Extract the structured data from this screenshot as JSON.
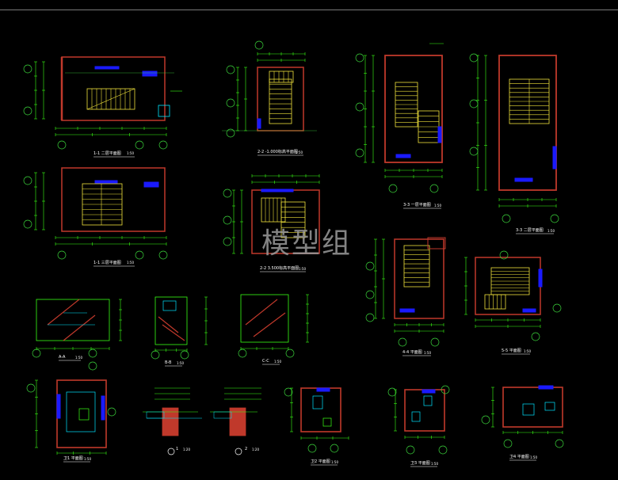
{
  "watermark": "模型组",
  "captions": [
    {
      "id": "c1",
      "text": "1-1 二层平面图",
      "scale": "1:50"
    },
    {
      "id": "c2",
      "text": "1-1 三层平面图",
      "scale": "1:50"
    },
    {
      "id": "c3",
      "text": "2-2 -1.000标高平面图",
      "scale": "1:50"
    },
    {
      "id": "c4",
      "text": "2-2 3.500标高平面图",
      "scale": "1:50"
    },
    {
      "id": "c5",
      "text": "3-3 一层平面图",
      "scale": "1:50"
    },
    {
      "id": "c6",
      "text": "3-3 二层平面图",
      "scale": "1:50"
    },
    {
      "id": "c7",
      "text": "4-4 平面图",
      "scale": "1:50"
    },
    {
      "id": "c8",
      "text": "5-5 平面图",
      "scale": "1:50"
    },
    {
      "id": "c9",
      "text": "A-A",
      "scale": "1:50"
    },
    {
      "id": "c10",
      "text": "B-B",
      "scale": "1:50"
    },
    {
      "id": "c11",
      "text": "C-C",
      "scale": "1:50"
    },
    {
      "id": "c12",
      "text": "卫1 平面图",
      "scale": "1:50"
    },
    {
      "id": "c13",
      "text": "卫2 平面图",
      "scale": "1:50"
    },
    {
      "id": "c14",
      "text": "卫3 平面图",
      "scale": "1:50"
    },
    {
      "id": "c15",
      "text": "卫4 平面图",
      "scale": "1:50"
    }
  ],
  "detail_labels": [
    "1",
    "2"
  ],
  "detail_scale": "1:20",
  "colors": {
    "background": "#000000",
    "wall": "#c0392b",
    "dimension": "#39ff14",
    "stair": "#f1e33b",
    "window": "#1a1aff",
    "axis": "#3ad23a",
    "text": "#ffffff",
    "fixture": "#00e5ff"
  }
}
